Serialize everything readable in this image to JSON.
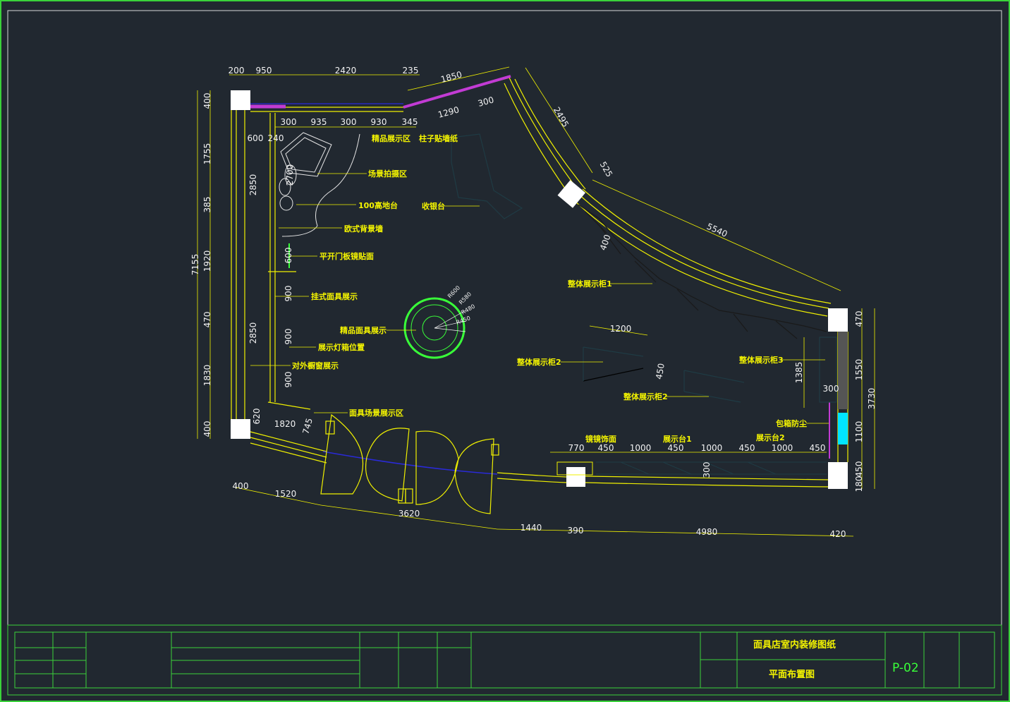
{
  "colors": {
    "background": "#212830",
    "frame": "#3ad23a",
    "wall": "#f0f000",
    "accent_magenta": "#c23bd4",
    "accent_blue": "#2a2ad8",
    "accent_cyan": "#00e5ff",
    "text_dim": "#f2f2f2",
    "text_label": "#f5f500"
  },
  "dims_top": [
    "200",
    "950",
    "2420",
    "235",
    "1850",
    "300",
    "1290",
    "2495",
    "525",
    "5540"
  ],
  "dims_inner": [
    "300",
    "935",
    "300",
    "930",
    "345",
    "600",
    "240"
  ],
  "dims_left": [
    "400",
    "1755",
    "385",
    "1920",
    "470",
    "1830",
    "400",
    "7155",
    "2850",
    "2850",
    "2700",
    "620"
  ],
  "dims_wall": [
    "600",
    "900",
    "900",
    "900"
  ],
  "dims_bottom": [
    "400",
    "1520",
    "3620",
    "1440",
    "390",
    "4980",
    "420",
    "1820",
    "745"
  ],
  "dims_right": [
    "470",
    "1550",
    "1100",
    "450",
    "180",
    "3730",
    "1385",
    "300"
  ],
  "dims_counter": [
    "770",
    "450",
    "1000",
    "450",
    "1000",
    "450",
    "1000",
    "450",
    "300"
  ],
  "dims_misc": [
    "1200",
    "450",
    "400"
  ],
  "dims_round": [
    "R600",
    "R580",
    "R480",
    "R450"
  ],
  "labels": {
    "l1": "精品展示区",
    "l2": "柱子贴墙纸",
    "l3": "场景拍摄区",
    "l4": "100高地台",
    "l5": "收银台",
    "l6": "欧式背景墙",
    "l7": "平开门板镜贴面",
    "l8": "挂式面具展示",
    "l9": "精品面具展示",
    "l10": "展示灯箱位置",
    "l11": "对外橱窗展示",
    "l12": "面具场景展示区",
    "l13": "整体展示柜1",
    "l14": "整体展示柜2",
    "l15": "整体展示柜3",
    "l16": "整体展示柜2",
    "l17": "包箱防尘",
    "l18": "镜镜饰面",
    "l19": "展示台1",
    "l20": "展示台2"
  },
  "title_block": {
    "project": "面具店室内装修图纸",
    "drawing_name": "平面布置图",
    "drawing_no": "P-02"
  }
}
